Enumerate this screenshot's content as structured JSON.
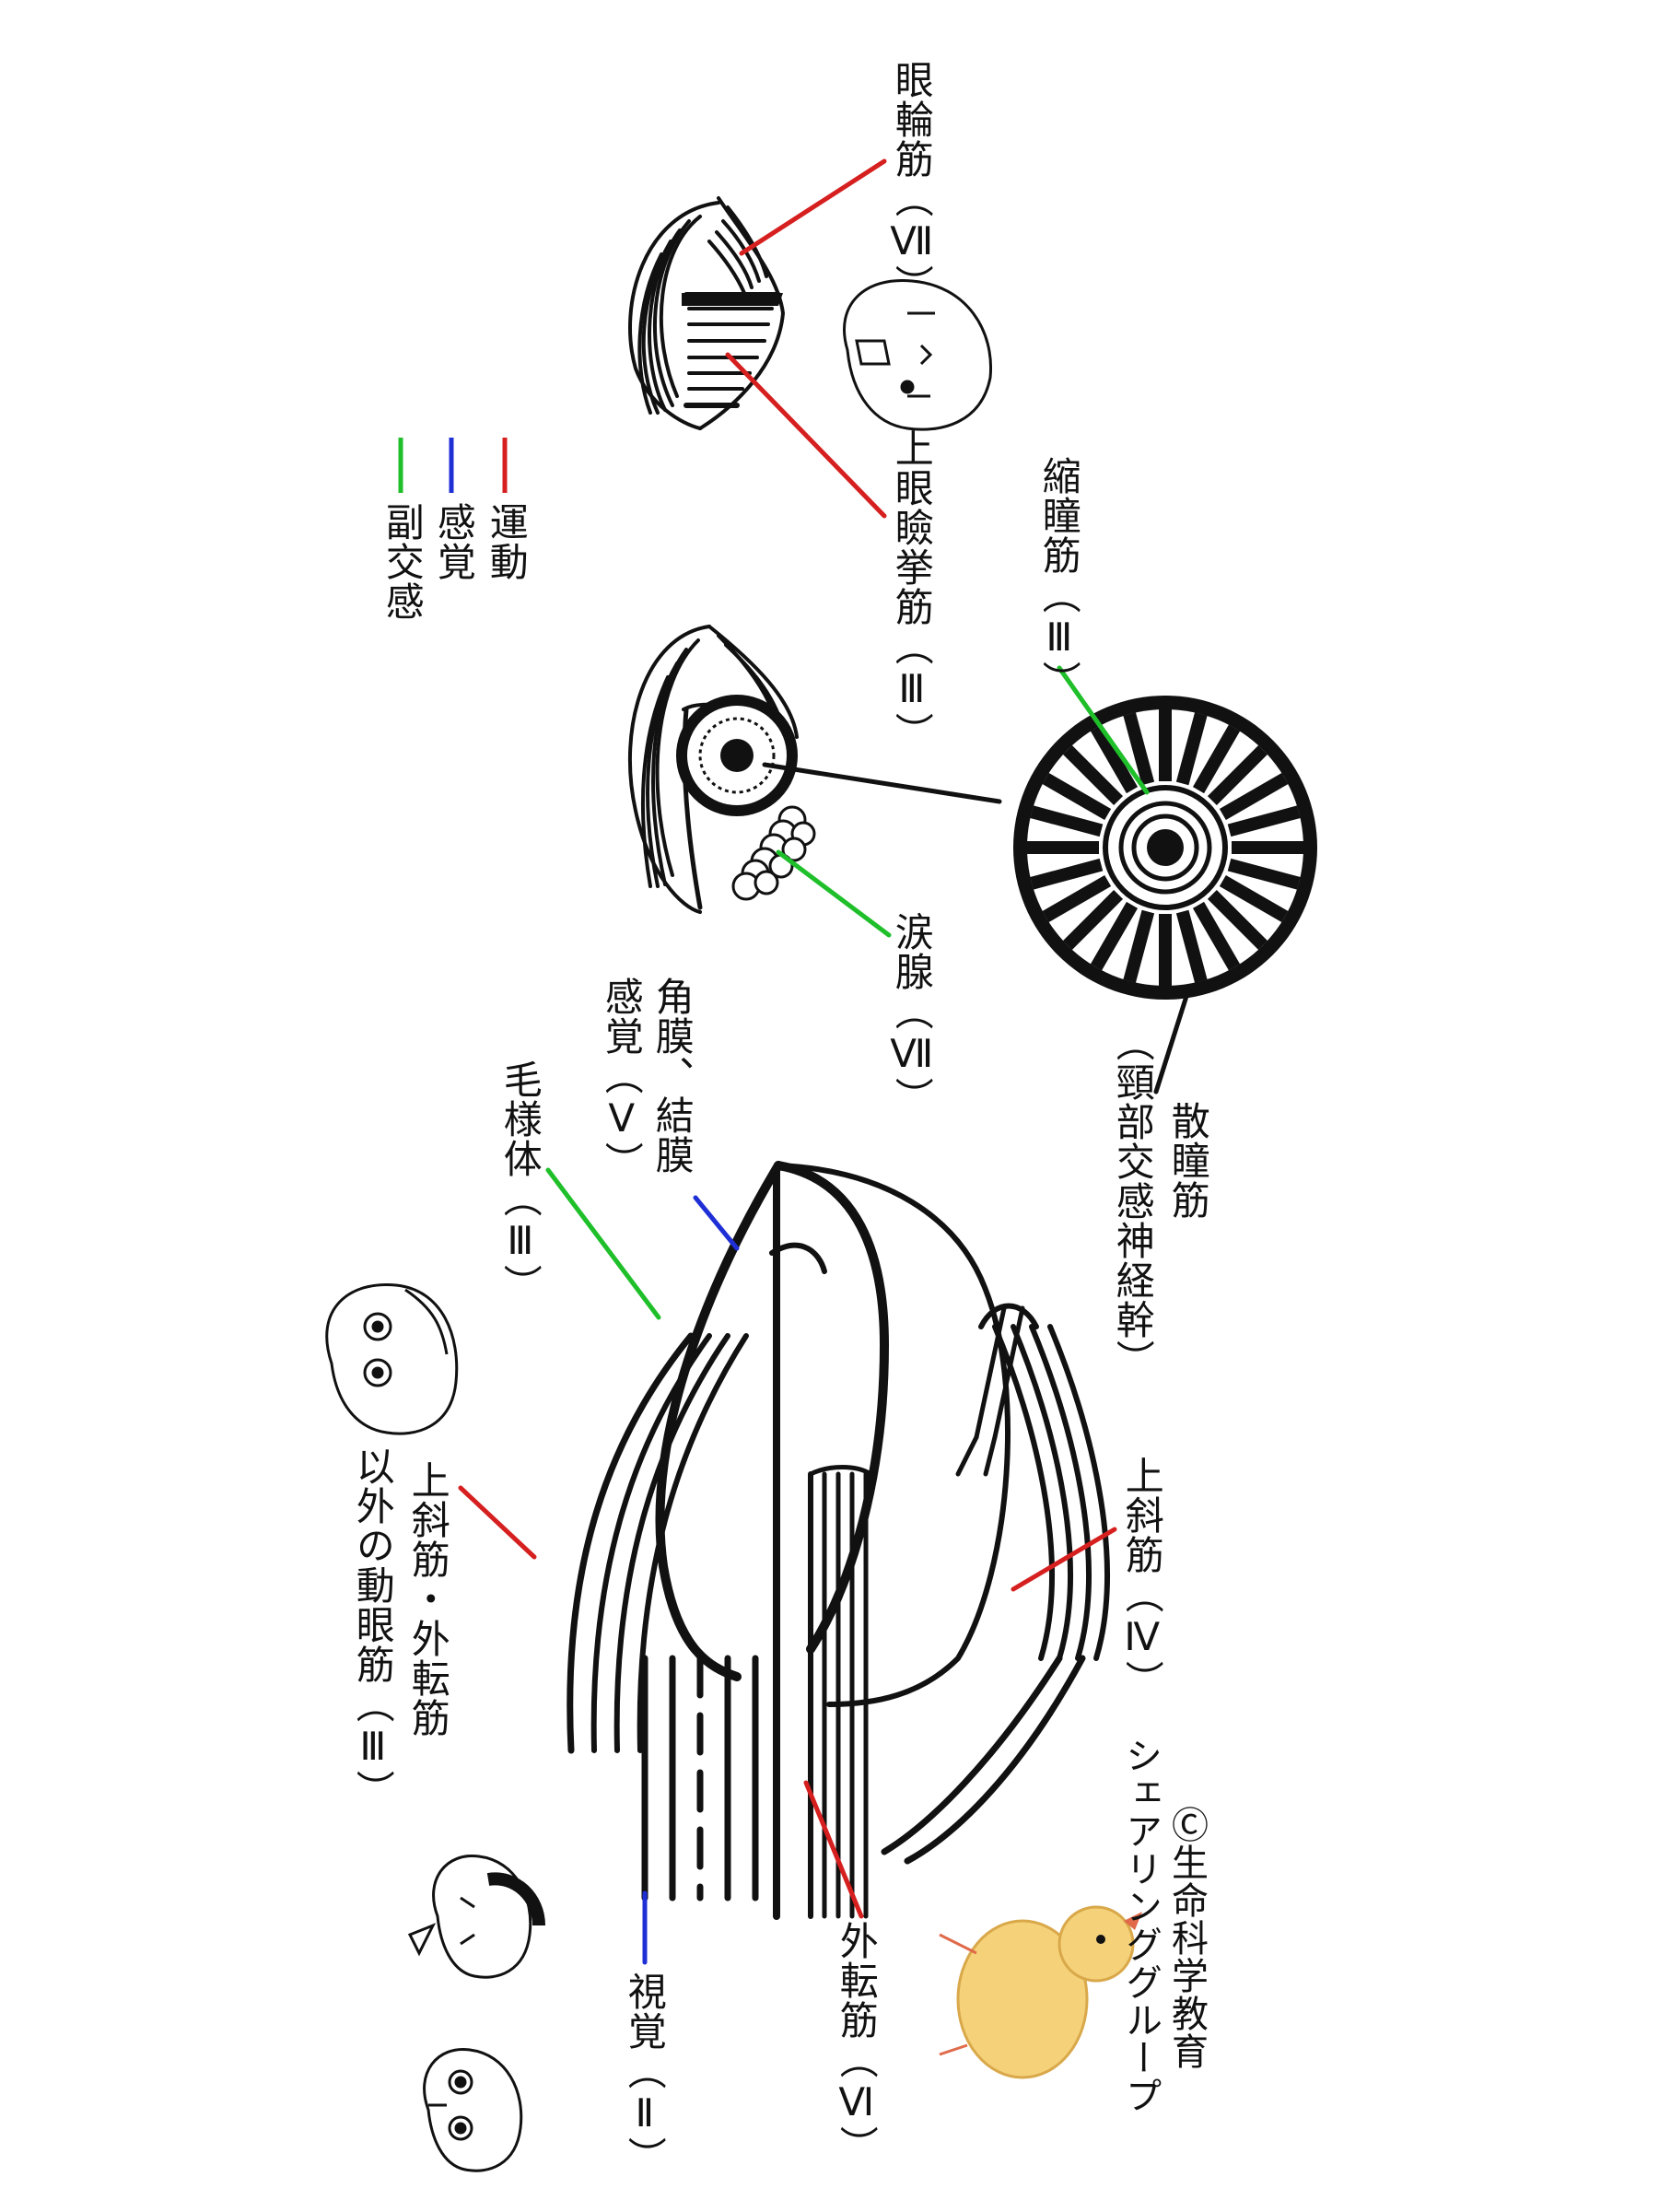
{
  "labels": {
    "orbicularis": "眼輪筋（Ⅶ）",
    "levator": "上眼瞼挙筋（Ⅲ）",
    "sphincter": "縮瞳筋（Ⅲ）",
    "lacrimal": "涙腺（Ⅶ）",
    "dilator_1": "散瞳筋",
    "dilator_2": "（頸部交感神経幹）",
    "cornea_1": "角膜、結膜",
    "cornea_2": "感覚（Ⅴ）",
    "ciliary": "毛様体（Ⅲ）",
    "sup_oblique": "上斜筋（Ⅳ）",
    "other_1": "上斜筋・外転筋",
    "other_2": "以外の動眼筋（Ⅲ）",
    "lateral": "外転筋（Ⅵ）",
    "optic": "視覚（Ⅱ）"
  },
  "legend": [
    {
      "label": "運動",
      "color": "#d61f1f"
    },
    {
      "label": "感覚",
      "color": "#1f2fd6"
    },
    {
      "label": "副交感",
      "color": "#1fbf2a"
    }
  ],
  "credit": {
    "line1": "Ⓒ生命科学教育",
    "line2": "シェアリンググループ"
  },
  "colors": {
    "motor": "#d61f1f",
    "sensory": "#1f2fd6",
    "parasympathetic": "#1fbf2a",
    "ink": "#111111"
  }
}
